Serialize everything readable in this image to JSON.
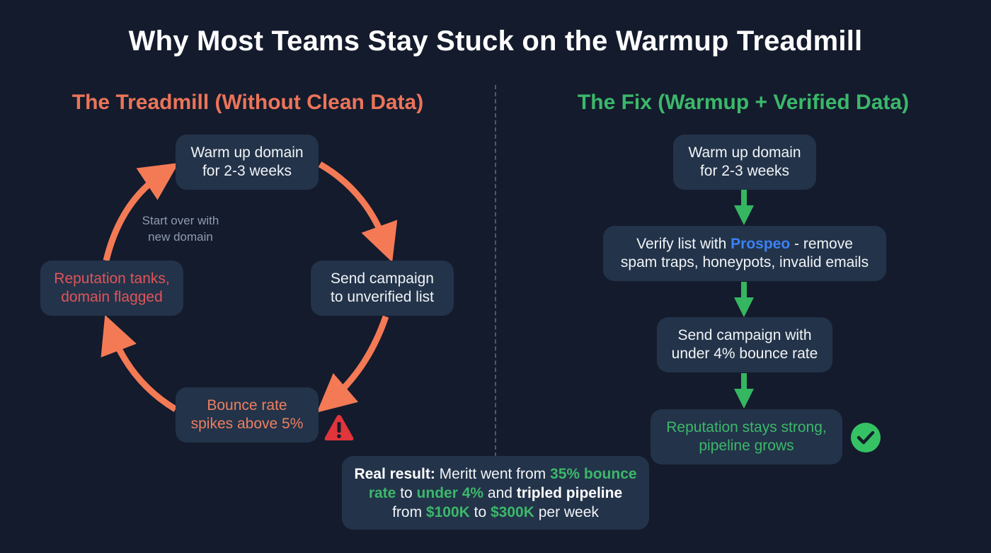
{
  "title": "Why Most Teams Stay Stuck on the Warmup Treadmill",
  "colors": {
    "background": "#141b2d",
    "node_bg": "#233349",
    "treadmill_accent": "#ec7459",
    "fix_accent": "#3bb86a",
    "brand_blue": "#3b82f6",
    "warning_red": "#e0353b",
    "muted_text": "#8e9bb0"
  },
  "left": {
    "heading": "The Treadmill (Without Clean Data)",
    "cycle": [
      {
        "line1": "Warm up domain",
        "line2": "for 2-3 weeks"
      },
      {
        "line1": "Send campaign",
        "line2": "to unverified list"
      },
      {
        "line1": "Bounce rate",
        "line2": "spikes above 5%",
        "icon": "warning-icon"
      },
      {
        "line1": "Reputation tanks,",
        "line2": "domain flagged"
      }
    ],
    "loop_note": {
      "line1": "Start over with",
      "line2": "new domain"
    }
  },
  "right": {
    "heading": "The Fix (Warmup + Verified Data)",
    "steps": [
      {
        "line1": "Warm up domain",
        "line2": "for 2-3 weeks"
      },
      {
        "line1_pre": "Verify list with ",
        "brand": "Prospeo",
        "line1_post": " - remove",
        "line2": "spam traps, honeypots, invalid emails"
      },
      {
        "line1": "Send campaign with",
        "line2": "under 4% bounce rate"
      },
      {
        "line1": "Reputation stays strong,",
        "line2": "pipeline grows",
        "icon": "check-circle-icon"
      }
    ]
  },
  "result": {
    "label": "Real result:",
    "t1": " Meritt went from ",
    "h1": "35% bounce rate",
    "t2": " to ",
    "h2": "under 4%",
    "t3": " and ",
    "b2": "tripled pipeline",
    "t4": " from ",
    "h3": "$100K",
    "t5": " to ",
    "h4": "$300K",
    "t6": " per week"
  }
}
